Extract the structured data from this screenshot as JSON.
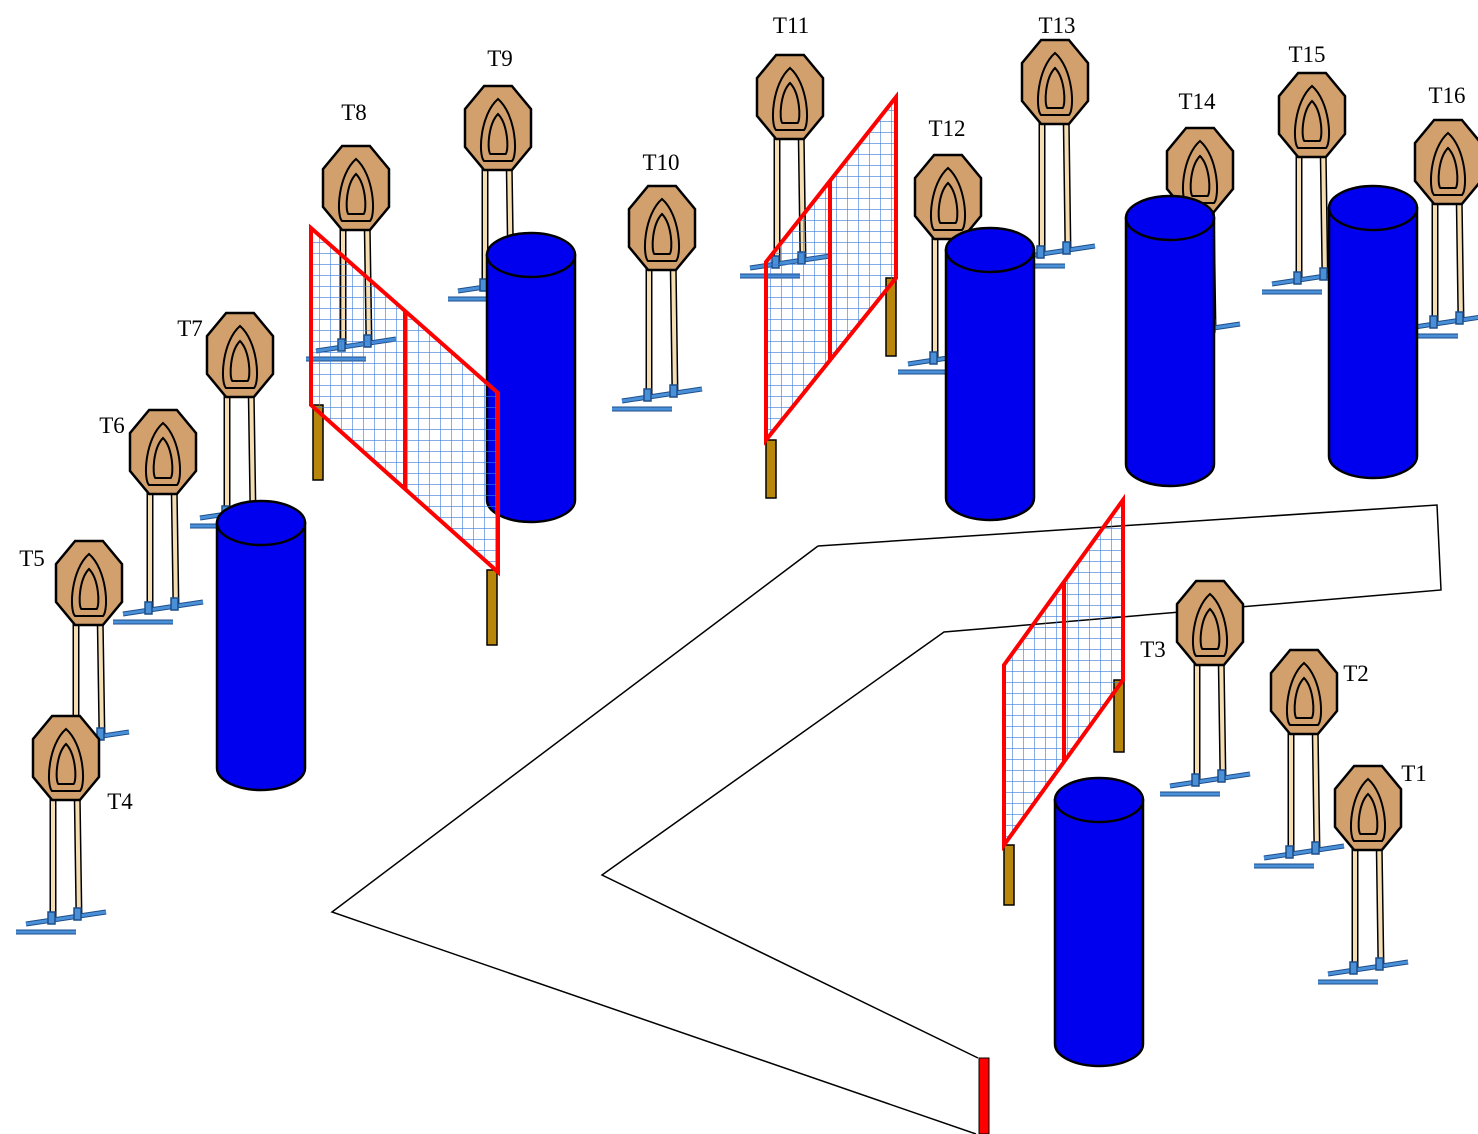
{
  "targets": [
    {
      "id": "t1",
      "label": "T1"
    },
    {
      "id": "t2",
      "label": "T2"
    },
    {
      "id": "t3",
      "label": "T3"
    },
    {
      "id": "t4",
      "label": "T4"
    },
    {
      "id": "t5",
      "label": "T5"
    },
    {
      "id": "t6",
      "label": "T6"
    },
    {
      "id": "t7",
      "label": "T7"
    },
    {
      "id": "t8",
      "label": "T8"
    },
    {
      "id": "t9",
      "label": "T9"
    },
    {
      "id": "t10",
      "label": "T10"
    },
    {
      "id": "t11",
      "label": "T11"
    },
    {
      "id": "t12",
      "label": "T12"
    },
    {
      "id": "t13",
      "label": "T13"
    },
    {
      "id": "t14",
      "label": "T14"
    },
    {
      "id": "t15",
      "label": "T15"
    },
    {
      "id": "t16",
      "label": "T16"
    }
  ],
  "colors": {
    "target_face": "#d2a06c",
    "target_stand_legs": "#f5deb3",
    "target_base": "#4a90d9",
    "barrel": "#0000ee",
    "wall_frame": "#ff0000",
    "wall_mesh": "#3a7ad8",
    "wall_post": "#b8860b",
    "fault_line": "#000000",
    "start_marker": "#ff0000"
  }
}
